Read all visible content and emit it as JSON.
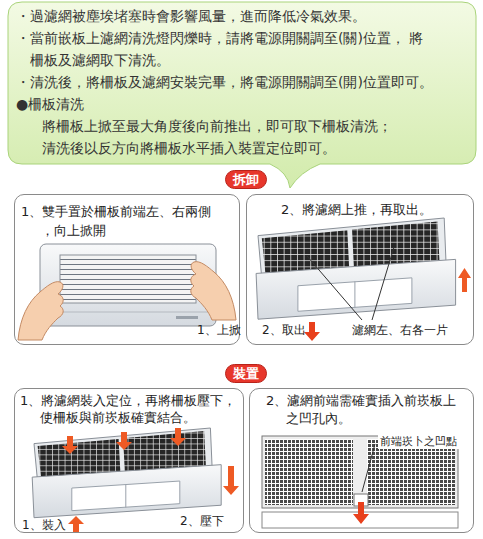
{
  "diagram": {
    "nodes": [
      {
        "text": [
          "・過濾網被塵埃堵塞時會影響風量，進而降低冷氣效果。",
          "・當前嵌板上濾網清洗燈閃爍時，請將電源開關調至(關)位置， 將柵板及濾網取下清洗。",
          "・清洗後，將柵板及濾網安裝完畢，將電源開關調至(開)位置即可。",
          "●柵板清洗",
          "將柵板上掀至最大角度後向前推出，即可取下柵板清洗； 清洗後以反方向將柵板水平插入裝置定位即可。"
        ]
      },
      {
        "text": [
          "拆卸"
        ]
      },
      {
        "text": [
          "1、雙手置於柵板前端左、右兩側 ，向上掀開"
        ]
      },
      {
        "text": [
          "2、將濾網上推，再取出。"
        ]
      },
      {
        "text": [
          "裝置"
        ]
      },
      {
        "text": [
          "1、將濾網裝入定位，再將柵板壓下， 使柵板與前崁板確實結合。"
        ]
      },
      {
        "text": [
          "2、濾網前端需確實插入前崁板上 之凹孔內。"
        ]
      }
    ],
    "labels": [
      "1、上掀",
      "2、取出",
      "濾網左、右各一片",
      "1、裝入",
      "2、壓下",
      "前端崁卜之凹點"
    ]
  }
}
